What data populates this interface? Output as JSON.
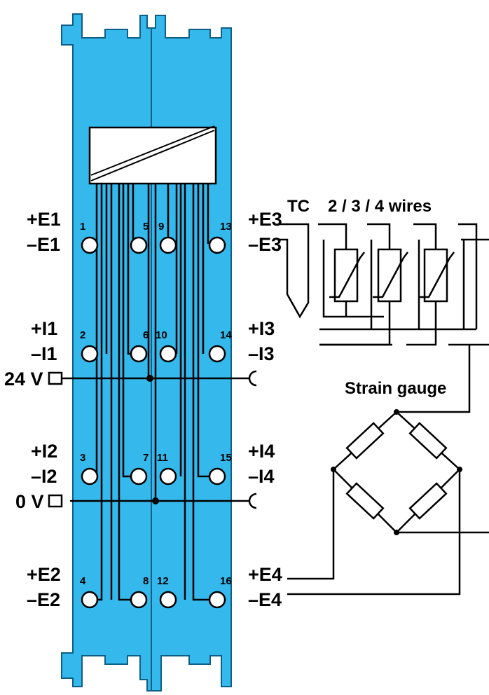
{
  "colors": {
    "module_fill": "#35b9ec",
    "module_stroke": "#0d5f86",
    "wire": "#000000"
  },
  "signals": {
    "plus_e1": "+E1",
    "minus_e1": "–E1",
    "plus_i1": "+I1",
    "minus_i1": "–I1",
    "plus_i2": "+I2",
    "minus_i2": "–I2",
    "plus_e2": "+E2",
    "minus_e2": "–E2",
    "plus_e3": "+E3",
    "minus_e3": "–E3",
    "plus_i3": "+I3",
    "minus_i3": "–I3",
    "plus_i4": "+I4",
    "minus_i4": "–I4",
    "plus_e4": "+E4",
    "minus_e4": "–E4",
    "supply_24v": "24 V",
    "supply_0v": "0 V"
  },
  "terminals": {
    "t1": "1",
    "t2": "2",
    "t3": "3",
    "t4": "4",
    "t5": "5",
    "t6": "6",
    "t7": "7",
    "t8": "8",
    "t9": "9",
    "t10": "10",
    "t11": "11",
    "t12": "12",
    "t13": "13",
    "t14": "14",
    "t15": "15",
    "t16": "16"
  },
  "sensors": {
    "tc": "TC",
    "rtd_wires": "2 / 3 / 4 wires",
    "strain_gauge": "Strain gauge"
  }
}
